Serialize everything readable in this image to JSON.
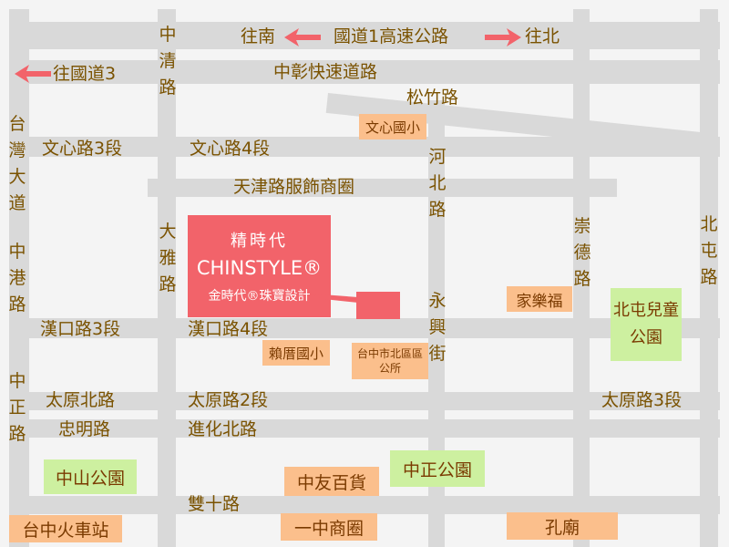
{
  "store": {
    "name_zh": "精時代",
    "name_en": "CHINSTYLE®",
    "tagline": "金時代®珠寶設計"
  },
  "colors": {
    "store": "#f2636a",
    "landmark_orange": "#fbbf8c",
    "landmark_green": "#cdf0a0",
    "road": "#d9d9d9",
    "text": "#7a5200",
    "arrow": "#f2636a"
  },
  "directions": {
    "south": "往南",
    "north": "往北",
    "to_route3": "往國道3"
  },
  "roads": {
    "freeway1": "國道1高速公路",
    "zhongzhang_expressway": "中彰快速道路",
    "zhongqing": "中清路",
    "songzhu": "松竹路",
    "taiwan_blvd": "台灣大道",
    "wenxin3": "文心路3段",
    "wenxin4": "文心路4段",
    "tianjin": "天津路服飾商圈",
    "hebei": "河北路",
    "chongde": "崇德路",
    "beitun": "北屯路",
    "zhonggang": "中港路",
    "daya": "大雅路",
    "yongxing": "永興街",
    "hankou3": "漢口路3段",
    "hankou4": "漢口路4段",
    "zhongzheng": "中正路",
    "taiyuan_north": "太原北路",
    "taiyuan2": "太原路2段",
    "taiyuan3": "太原路3段",
    "zhongming": "忠明路",
    "jinhua_north": "進化北路",
    "shuangshi": "雙十路"
  },
  "landmarks": {
    "wenxin_elementary": "文心國小",
    "jiale_fu": "家樂福",
    "laicuo_elementary": "賴厝國小",
    "north_district_office": "台中市北區區公所",
    "beitun_children_park": "北屯兒童公園",
    "zhongshan_park": "中山公園",
    "zhongyou_dept": "中友百貨",
    "zhongzheng_park": "中正公園",
    "taichung_station": "台中火車站",
    "yizhong_shopping": "一中商圈",
    "confucius_temple": "孔廟"
  }
}
